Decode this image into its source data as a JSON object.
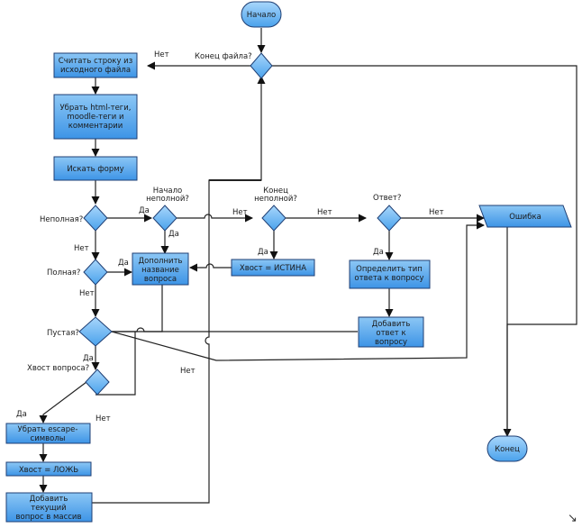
{
  "nodes": {
    "start": "Начало",
    "read_line": [
      "Считать строку из",
      "исходного файла"
    ],
    "remove_tags": [
      "Убрать html-теги,",
      "moodle-теги и",
      "комментарии"
    ],
    "find_form": "Искать форму",
    "complete_name": [
      "Дополнить",
      "название",
      "вопроса"
    ],
    "tail_true": "Хвост = ИСТИНА",
    "determine_type": [
      "Определить тип",
      "ответа к вопросу"
    ],
    "add_answer": [
      "Добавить",
      "ответ к",
      "вопросу"
    ],
    "error": "Ошибка",
    "remove_escape": [
      "Убрать escape-",
      "символы"
    ],
    "tail_false": "Хвост = ЛОЖЬ",
    "add_question": [
      "Добавить",
      "текущий",
      "вопрос в массив"
    ],
    "end": "Конец"
  },
  "decisions": {
    "end_of_file": "Конец файла?",
    "incomplete": "Неполная?",
    "start_incomplete": [
      "Начало",
      "неполной?"
    ],
    "end_incomplete": [
      "Конец",
      "неполной?"
    ],
    "answer": "Ответ?",
    "complete": "Полная?",
    "empty": "Пустая?",
    "question_tail": "Хвост вопроса?"
  },
  "edge_labels": {
    "eof_no": "Нет",
    "incomplete_yes": "Да",
    "incomplete_no": "Нет",
    "start_inc_yes": "Да",
    "start_inc_no": "Нет",
    "end_inc_yes": "Да",
    "end_inc_no": "Нет",
    "answer_yes": "Да",
    "answer_no": "Нет",
    "complete_yes": "Да",
    "complete_no": "Нет",
    "empty_yes": "Да",
    "empty_no": "Нет",
    "tail_yes": "Да",
    "tail_no": "Нет"
  },
  "corner_glyph": "↘"
}
